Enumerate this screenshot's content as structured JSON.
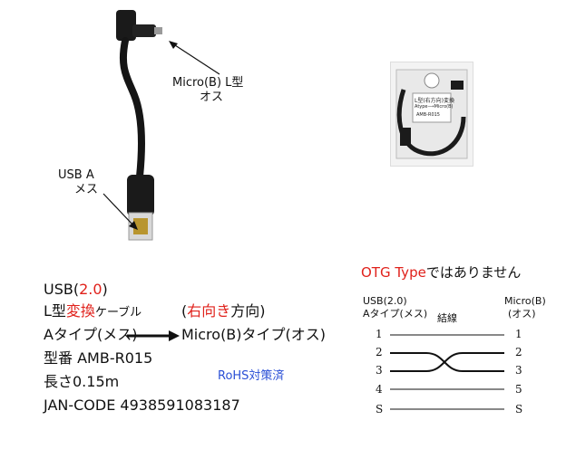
{
  "labels": {
    "micro_b_l": "Micro(B) L型",
    "osu_top": "オス",
    "usb_a": "USB A",
    "mesu": "メス"
  },
  "package": {
    "line1": "L型(右方向)変換",
    "line2": "Atype⟶Micro(B)",
    "model": "AMB-R015"
  },
  "spec": {
    "usb": "USB(",
    "usb_ver": "2.0",
    "usb_close": ")",
    "ltype": "L型",
    "conv": "変換",
    "cable": "ケーブル",
    "dir_open": "(",
    "dir": "右向き",
    "dir_close": "方向)",
    "atype": "Aタイプ(メス)",
    "microtype": "Micro(B)タイプ(オス)",
    "model": "型番 AMB-R015",
    "length": "長さ0.15m",
    "jan": "JAN-CODE 4938591083187",
    "rohs": "RoHS対策済"
  },
  "otg": {
    "title_red": "OTG Type",
    "title_rest": "ではありません",
    "left_head1": "USB(2.0)",
    "left_head2": "Aタイプ(メス)",
    "mid_head": "結線",
    "right_head1": "Micro(B)",
    "right_head2": "(オス)",
    "left_pins": [
      "1",
      "2",
      "3",
      "4",
      "S"
    ],
    "right_pins": [
      "1",
      "2",
      "3",
      "5",
      "S"
    ]
  }
}
